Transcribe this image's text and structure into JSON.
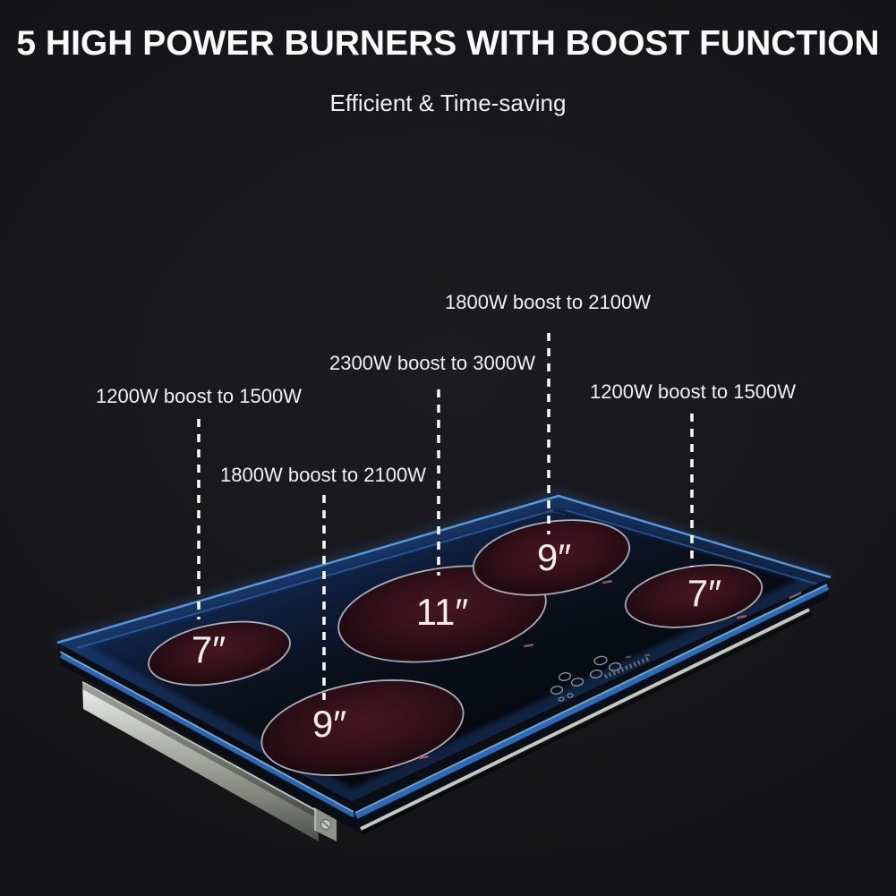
{
  "header": {
    "title": "5 HIGH POWER BURNERS WITH BOOST FUNCTION",
    "subtitle": "Efficient & Time-saving"
  },
  "callouts": [
    {
      "label": "1800W boost to 2100W",
      "target": "back-right-9-inch-burner"
    },
    {
      "label": "2300W boost to 3000W",
      "target": "center-11-inch-burner"
    },
    {
      "label": "1200W boost to 1500W",
      "target": "front-left-7-inch-burner"
    },
    {
      "label": "1800W boost to 2100W",
      "target": "front-center-9-inch-burner"
    },
    {
      "label": "1200W boost to 1500W",
      "target": "right-7-inch-burner"
    }
  ],
  "burners": [
    {
      "name": "front-left-7-inch-burner",
      "size_label": "7″"
    },
    {
      "name": "front-center-9-inch-burner",
      "size_label": "9″"
    },
    {
      "name": "center-11-inch-burner",
      "size_label": "11″"
    },
    {
      "name": "back-right-9-inch-burner",
      "size_label": "9″"
    },
    {
      "name": "right-7-inch-burner",
      "size_label": "7″"
    }
  ],
  "colors": {
    "background": "#17171a",
    "accent_blue": "#2f7ad0",
    "edge_glow_blue": "#5a9ce0",
    "burner_maroon": "#3a1019",
    "text_white": "#f2f2f3",
    "burner_label_pink_white": "#f6edf1",
    "steel_gray": "#b9bdb7"
  }
}
